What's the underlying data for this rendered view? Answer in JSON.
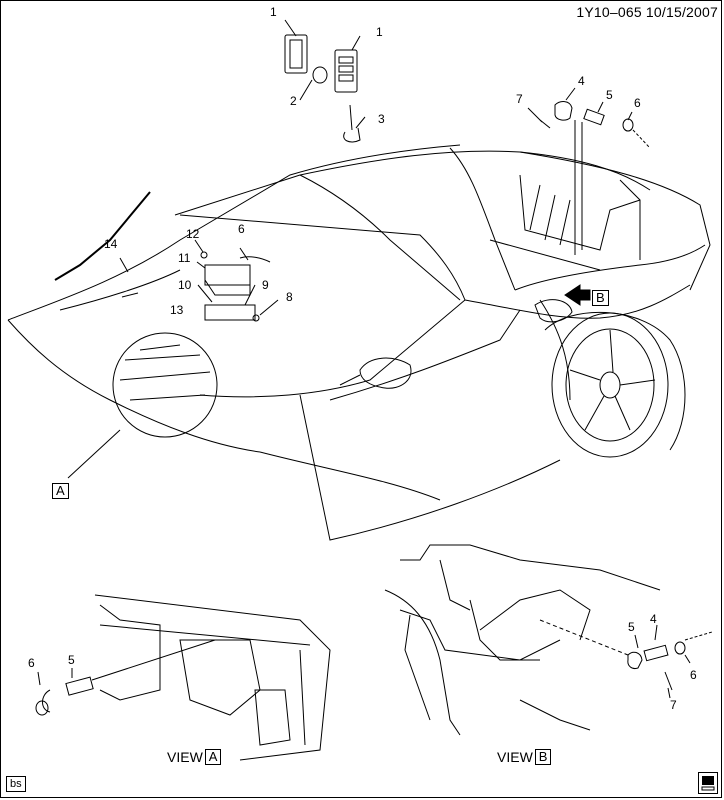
{
  "header": {
    "doc_id": "1Y10–065 10/15/2007"
  },
  "callouts": {
    "c1a": "1",
    "c1b": "1",
    "c2": "2",
    "c3": "3",
    "c4": "4",
    "c5": "5",
    "c6": "6",
    "c7": "7",
    "c6b": "6",
    "c8": "8",
    "c9": "9",
    "c10": "10",
    "c11": "11",
    "c12": "12",
    "c13": "13",
    "c14": "14",
    "va6": "6",
    "va5": "5",
    "vb5": "5",
    "vb4": "4",
    "vb6": "6",
    "vb7": "7"
  },
  "refs": {
    "detail_a": "A",
    "detail_b": "B"
  },
  "views": {
    "view_a_word": "VIEW",
    "view_a_letter": "A",
    "view_b_word": "VIEW",
    "view_b_letter": "B"
  },
  "footer": {
    "code": "bs"
  },
  "icons": {
    "logo": "gm-service-logo-icon"
  }
}
